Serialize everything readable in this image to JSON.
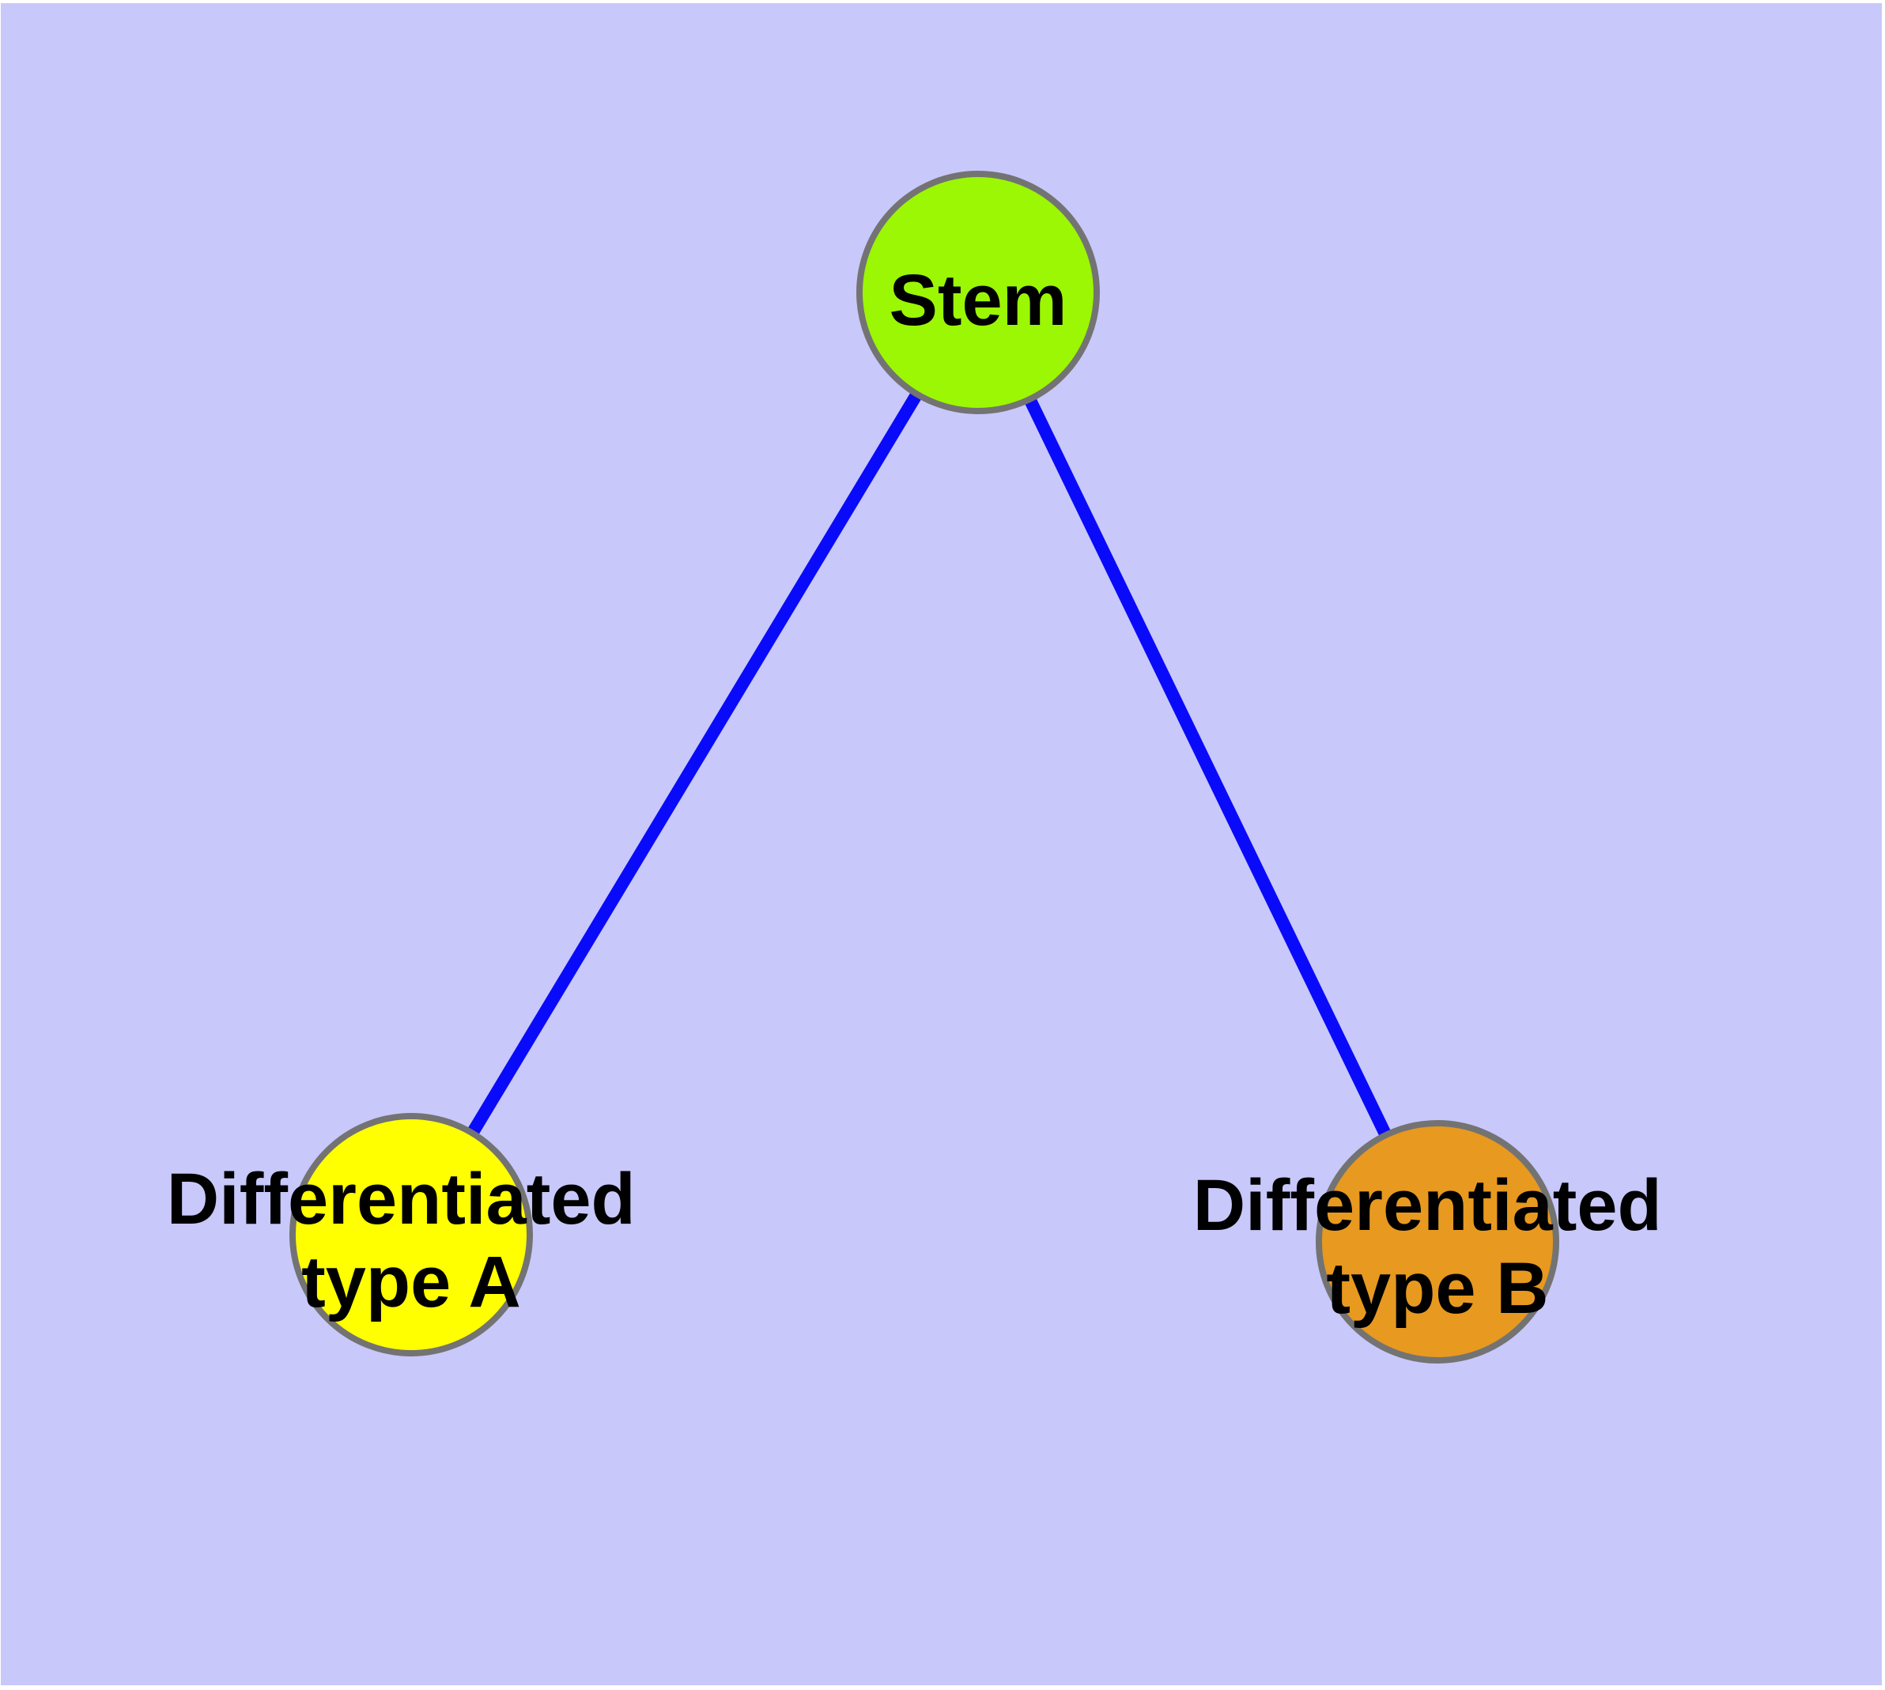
{
  "graph": {
    "background_color": "#C8C8FA",
    "page_margin_color": "#FFFFFF",
    "edge_color": "#0A0AFA",
    "node_border_color": "#737373",
    "label_color": "#000000",
    "nodes": [
      {
        "id": "stem",
        "label": "Stem",
        "fill": "#9BF703"
      },
      {
        "id": "differentiated-type-a",
        "label": "Differentiated type A",
        "label_line1": "Differentiated",
        "label_line2": "type A",
        "fill": "#FFFF00"
      },
      {
        "id": "differentiated-type-b",
        "label": "Differentiated type B",
        "label_line1": "Differentiated",
        "label_line2": "type B",
        "fill": "#E8991F"
      }
    ],
    "edges": [
      {
        "from": "Stem",
        "to": "Differentiated type A"
      },
      {
        "from": "Stem",
        "to": "Differentiated type B"
      }
    ]
  }
}
